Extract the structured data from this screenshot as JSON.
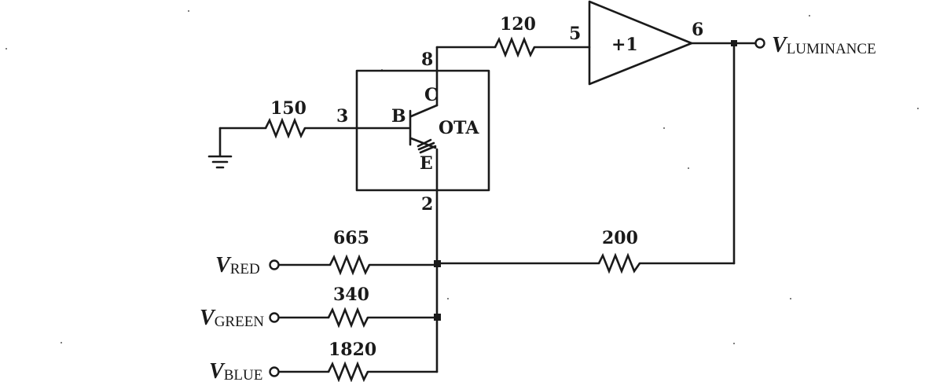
{
  "resistors": {
    "r_ground": "150",
    "r_feedback_in": "120",
    "r_red": "665",
    "r_green": "340",
    "r_blue": "1820",
    "r_out_feedback": "200"
  },
  "ota": {
    "label": "OTA",
    "base": "B",
    "collector": "C",
    "emitter": "E"
  },
  "pins": {
    "pin3": "3",
    "pin8": "8",
    "pin2": "2",
    "pin5": "5",
    "pin6": "6"
  },
  "buffer": {
    "gain": "+1"
  },
  "inputs": {
    "red": {
      "v": "V",
      "sub": "RED"
    },
    "green": {
      "v": "V",
      "sub": "GREEN"
    },
    "blue": {
      "v": "V",
      "sub": "BLUE"
    }
  },
  "output": {
    "v": "V",
    "sub": "LUMINANCE"
  }
}
